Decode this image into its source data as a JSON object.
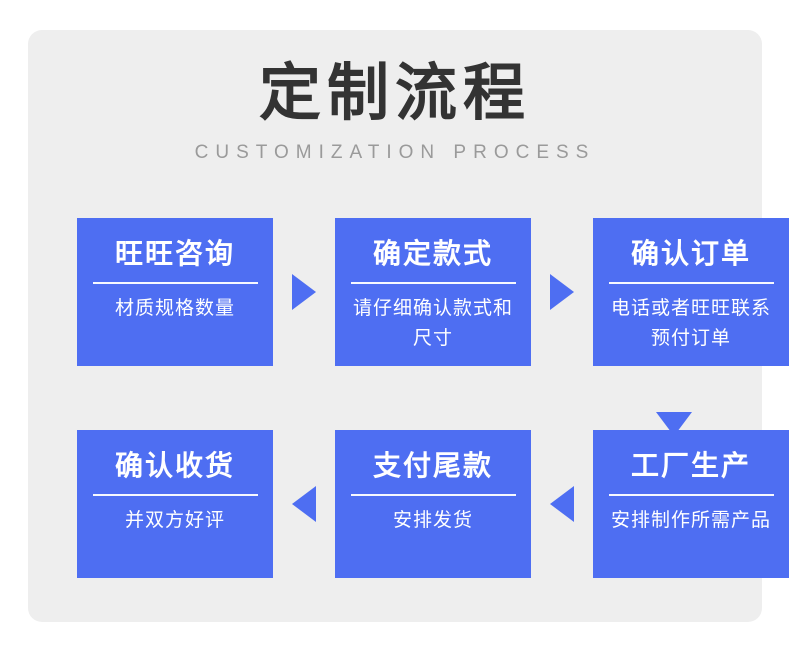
{
  "header": {
    "title_cn": "定制流程",
    "title_en": "CUSTOMIZATION PROCESS"
  },
  "colors": {
    "panel_bg": "#eeeeee",
    "card_bg": "#4e6ef2",
    "card_text": "#ffffff",
    "title_text": "#333333",
    "subtitle_text": "#9a9a9a"
  },
  "flow": {
    "row_top": {
      "steps": [
        {
          "title": "旺旺咨询",
          "desc": "材质规格数量"
        },
        {
          "title": "确定款式",
          "desc": "请仔细确认款式和尺寸"
        },
        {
          "title": "确认订单",
          "desc": "电话或者旺旺联系预付订单"
        }
      ],
      "arrows": [
        {
          "icon": "arrow-right-icon"
        },
        {
          "icon": "arrow-right-icon"
        }
      ]
    },
    "connector": {
      "icon": "arrow-down-icon"
    },
    "row_bottom": {
      "steps": [
        {
          "title": "确认收货",
          "desc": "并双方好评"
        },
        {
          "title": "支付尾款",
          "desc": "安排发货"
        },
        {
          "title": "工厂生产",
          "desc": "安排制作所需产品"
        }
      ],
      "arrows": [
        {
          "icon": "arrow-left-icon"
        },
        {
          "icon": "arrow-left-icon"
        }
      ]
    }
  }
}
